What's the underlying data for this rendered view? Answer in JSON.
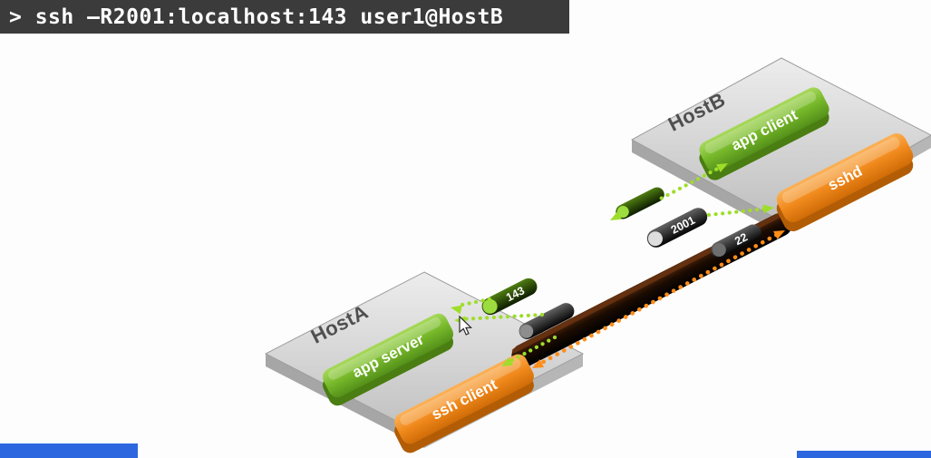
{
  "terminal": {
    "command": "> ssh –R2001:localhost:143 user1@HostB"
  },
  "hosts": {
    "hostA": {
      "label": "HostA",
      "blocks": {
        "app_server": "app server",
        "ssh_client": "ssh client"
      },
      "ports": {
        "p143": "143"
      }
    },
    "hostB": {
      "label": "HostB",
      "blocks": {
        "app_client": "app client",
        "sshd": "sshd"
      },
      "ports": {
        "p2001": "2001",
        "p22": "22"
      }
    }
  },
  "colors": {
    "app_green": "#76b82a",
    "service_orange": "#f18a1d",
    "flow_green": "#9fdd2a",
    "tunnel_orange": "#ff8d18",
    "terminal_bg": "#3b3b3b",
    "platform_gray": "#d4d4d4",
    "accent_blue": "#2c67df"
  }
}
